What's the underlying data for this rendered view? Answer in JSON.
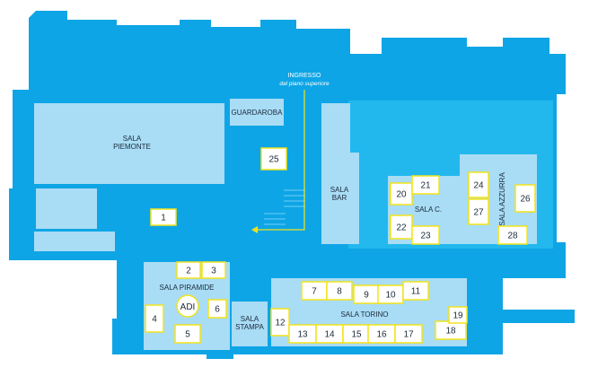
{
  "entrance": {
    "title": "INGRESSO",
    "subtitle": "dal piano superiore"
  },
  "rooms": {
    "piemonte": [
      "SALA",
      "PIEMONTE"
    ],
    "guardaroba": "GUARDAROBA",
    "bar": [
      "SALA",
      "BAR"
    ],
    "sala_c": "SALA C.",
    "azzurra": "SALA AZZURRA",
    "piramide": "SALA PIRAMIDE",
    "stampa": [
      "SALA",
      "STAMPA"
    ],
    "torino": "SALA TORINO"
  },
  "adi_label": "ADI",
  "booths": [
    "1",
    "2",
    "3",
    "4",
    "5",
    "6",
    "7",
    "8",
    "9",
    "10",
    "11",
    "12",
    "13",
    "14",
    "15",
    "16",
    "17",
    "18",
    "19",
    "20",
    "21",
    "22",
    "23",
    "24",
    "25",
    "26",
    "27",
    "28"
  ],
  "colors": {
    "floor": "#0ea5e6",
    "floor_light": "#22b8ee",
    "room_fill": "#a9dcf5",
    "booth_fill": "#ffffff",
    "booth_border": "#f2e31b",
    "arrow": "#f2e31b"
  }
}
